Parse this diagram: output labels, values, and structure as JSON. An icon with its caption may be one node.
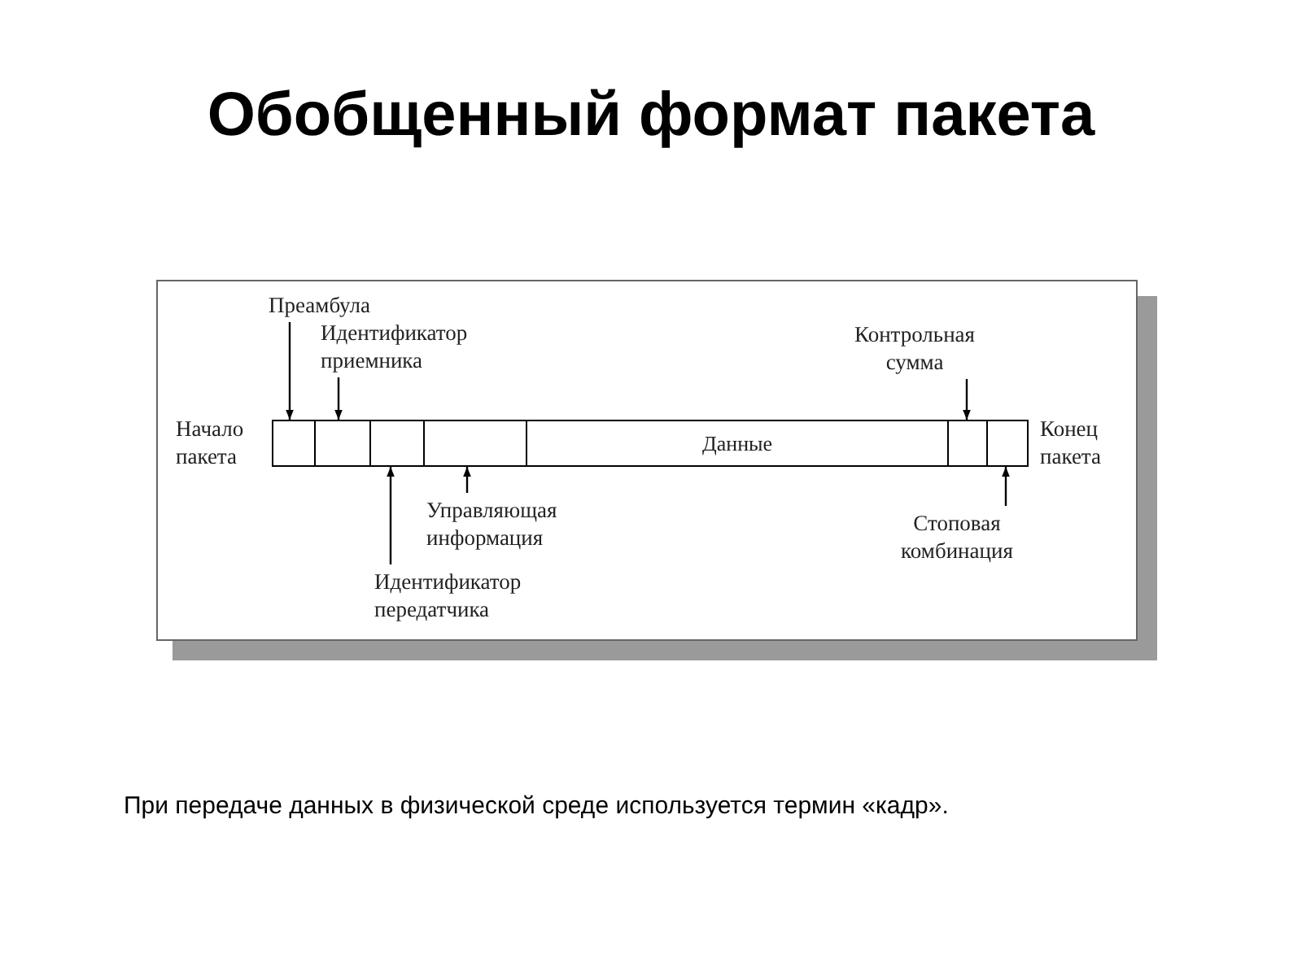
{
  "diagram": {
    "title": "Обобщенный формат пакета",
    "caption": "При передаче данных в физической среде используется термин «кадр».",
    "nodes": [
      {
        "text": [
          "Преамбула"
        ]
      },
      {
        "text": [
          "Идентификатор приемника"
        ]
      },
      {
        "text": [
          "Контрольная сумма"
        ]
      },
      {
        "text": [],
        "shape": "box"
      },
      {
        "text": [],
        "shape": "box"
      },
      {
        "text": [],
        "shape": "box"
      },
      {
        "text": [],
        "shape": "box"
      },
      {
        "text": [
          "Данные"
        ]
      },
      {
        "text": [],
        "shape": "box"
      },
      {
        "text": [],
        "shape": "box"
      },
      {
        "text": [
          "Управляющая информация"
        ]
      },
      {
        "text": [
          "Идентификатор передатчика"
        ]
      },
      {
        "text": [
          "Стоповая комбинация"
        ]
      }
    ],
    "edges": [
      {
        "from": 0,
        "to": 3,
        "arrow": "to"
      },
      {
        "from": 1,
        "to": 4,
        "arrow": "to"
      },
      {
        "from": 2,
        "to": 8,
        "arrow": "to"
      },
      {
        "from": 10,
        "to": 6,
        "arrow": "to"
      },
      {
        "from": 11,
        "to": 5,
        "arrow": "to"
      },
      {
        "from": 12,
        "to": 9,
        "arrow": "to"
      }
    ],
    "labels": [
      "Начало пакета",
      "Конец пакета"
    ]
  }
}
